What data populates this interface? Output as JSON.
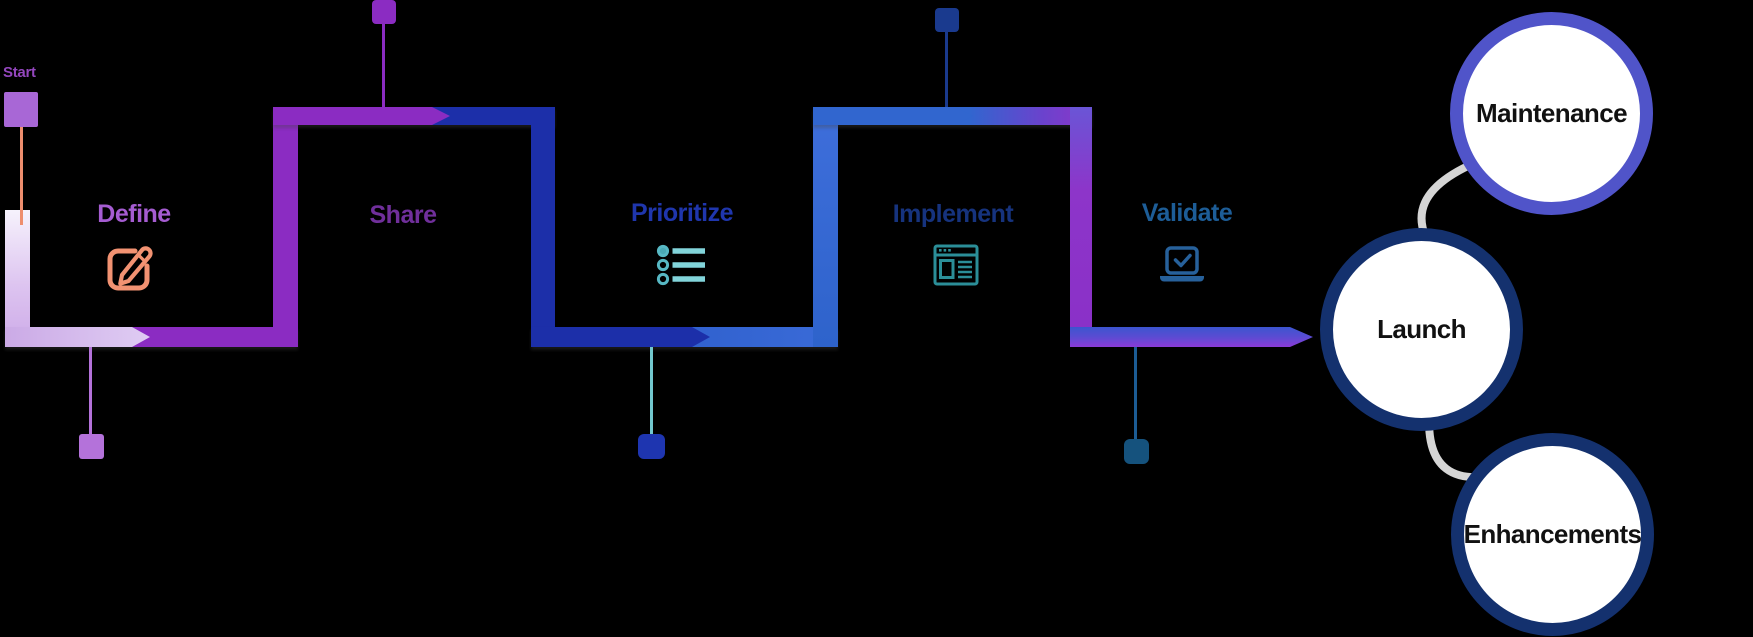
{
  "diagram": {
    "background": "#000000",
    "start": {
      "label": "Start",
      "label_color": "#9346bd",
      "square_color": "#a867d6",
      "connector_color": "#ee8e6e"
    },
    "path": {
      "segment_colors": [
        "#dfccf3",
        "#8b2cc2",
        "#1c2fa9",
        "#3166cf",
        "#8a3ad6"
      ],
      "direction": "left-to-right serpentine with arrow chevrons at each color transition",
      "end_arrow_gradient": [
        "#3c55cf",
        "#8a3ad6"
      ]
    },
    "stages": [
      {
        "label": "Define",
        "label_color": "#a55cd1",
        "icon": "edit-icon",
        "icon_color": "#f29272",
        "marker_position": "below",
        "marker_color": "#b472da"
      },
      {
        "label": "Share",
        "label_color": "#702f9b",
        "icon": null,
        "marker_position": "above",
        "marker_color": "#8b2cc2"
      },
      {
        "label": "Prioritize",
        "label_color": "#1f36ad",
        "icon": "list-icon",
        "icon_color": "#6cc6cf",
        "marker_position": "below",
        "marker_color": "#1e35b0",
        "stem_color": "#72c8ce"
      },
      {
        "label": "Implement",
        "label_color": "#16337e",
        "icon": "browser-icon",
        "icon_color": "#2b8e98",
        "marker_position": "above",
        "marker_color": "#1a3a8e"
      },
      {
        "label": "Validate",
        "label_color": "#1d5d97",
        "icon": "laptop-icon",
        "icon_color": "#27619b",
        "marker_position": "below",
        "marker_color": "#15527d",
        "stem_color": "#1c5c94"
      }
    ],
    "nodes": [
      {
        "label": "Maintenance",
        "ring_color": "#5054c9",
        "fill_color": "#ffffff",
        "text_color": "#111111"
      },
      {
        "label": "Launch",
        "ring_color": "#14316e",
        "fill_color": "#ffffff",
        "text_color": "#111111"
      },
      {
        "label": "Enhancements",
        "ring_color": "#14316e",
        "fill_color": "#ffffff",
        "text_color": "#111111"
      }
    ],
    "node_connector_color": "#d5d5d5"
  }
}
